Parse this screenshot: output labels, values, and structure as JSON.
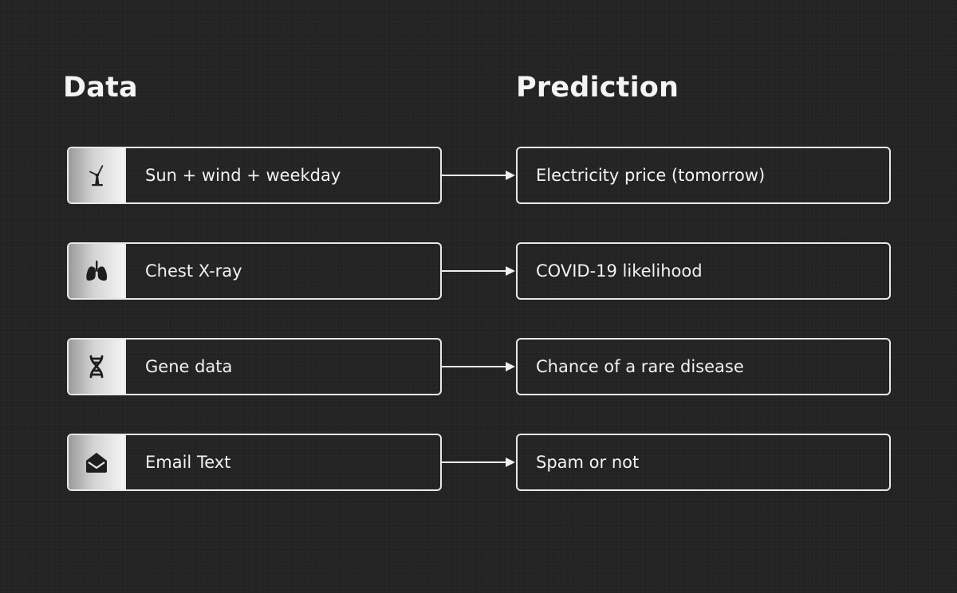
{
  "headings": {
    "left": "Data",
    "right": "Prediction"
  },
  "rows": [
    {
      "icon": "wind-turbine-icon",
      "input": "Sun + wind + weekday",
      "prediction": "Electricity price (tomorrow)"
    },
    {
      "icon": "lungs-icon",
      "input": "Chest X-ray",
      "prediction": "COVID-19 likelihood"
    },
    {
      "icon": "dna-icon",
      "input": "Gene data",
      "prediction": "Chance of a rare disease"
    },
    {
      "icon": "envelope-icon",
      "input": "Email Text",
      "prediction": "Spam or not"
    }
  ],
  "colors": {
    "background": "#222222",
    "text": "#f2f2f2",
    "border": "#e8e8e8"
  }
}
